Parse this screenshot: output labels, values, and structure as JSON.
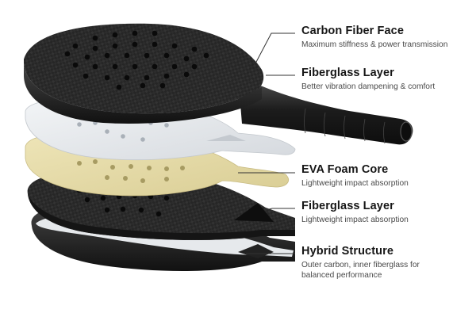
{
  "diagram": {
    "subject": "Exploded view of padel racket layers",
    "colors": {
      "carbon": "#1e1e1e",
      "carbon_edge": "#3a3a3a",
      "fiberglass": "#e9ecef",
      "eva_foam": "#e3d9a6",
      "title_text": "#161616",
      "desc_text": "#4a4a4a",
      "leader_line": "#333333"
    },
    "layers": [
      {
        "title": "Carbon Fiber Face",
        "description": "Maximum stiffness & power transmission"
      },
      {
        "title": "Fiberglass Layer",
        "description": "Better vibration dampening & comfort"
      },
      {
        "title": "EVA Foam Core",
        "description": "Lightweight impact absorption"
      },
      {
        "title": "Fiberglass Layer",
        "description": "Lightweight impact absorption"
      },
      {
        "title": "Hybrid Structure",
        "description": "Outer carbon, inner fiberglass for",
        "description_line2": "balanced performance"
      }
    ]
  }
}
